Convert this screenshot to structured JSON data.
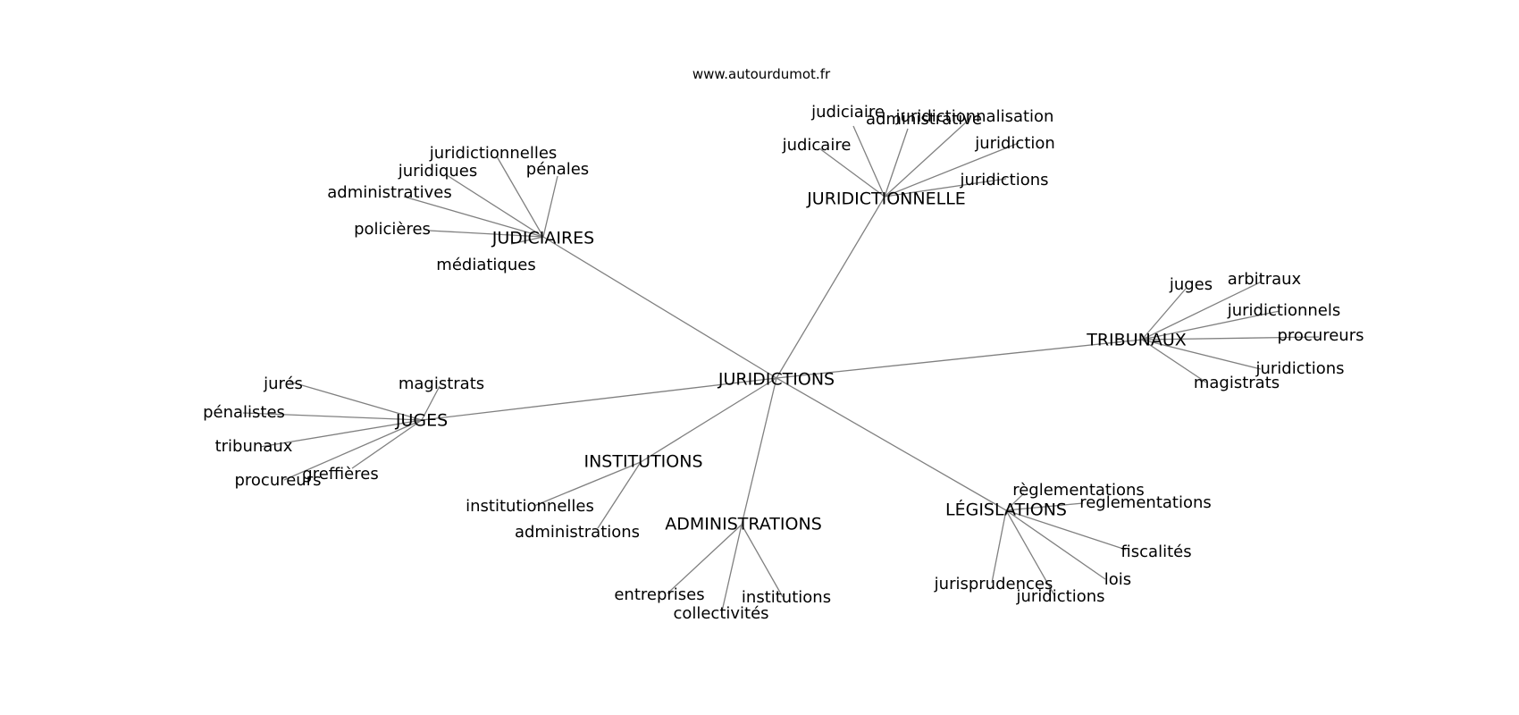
{
  "source": "www.autourdumot.fr",
  "root": {
    "id": "root",
    "label": "JURIDICTIONS"
  },
  "groups": [
    {
      "id": "judiciaires",
      "label": "JUDICIAIRES",
      "children": [
        "juridictionnelles",
        "pénales",
        "juridiques",
        "administratives",
        "policières",
        "médiatiques"
      ]
    },
    {
      "id": "juridictionnelle",
      "label": "JURIDICTIONNELLE",
      "children": [
        "judiciaire",
        "administrative",
        "juridictionnalisation",
        "judicaire",
        "juridiction",
        "juridictions"
      ]
    },
    {
      "id": "tribunaux",
      "label": "TRIBUNAUX",
      "children": [
        "juges",
        "arbitraux",
        "juridictionnels",
        "procureurs",
        "juridictions",
        "magistrats"
      ]
    },
    {
      "id": "juges",
      "label": "JUGES",
      "children": [
        "jurés",
        "magistrats",
        "pénalistes",
        "tribunaux",
        "greffières",
        "procureurs"
      ]
    },
    {
      "id": "institutions",
      "label": "INSTITUTIONS",
      "children": [
        "institutionnelles",
        "administrations"
      ]
    },
    {
      "id": "administrations",
      "label": "ADMINISTRATIONS",
      "children": [
        "entreprises",
        "institutions",
        "collectivités"
      ]
    },
    {
      "id": "legislations",
      "label": "LÉGISLATIONS",
      "children": [
        "règlementations",
        "reglementations",
        "fiscalités",
        "lois",
        "jurisprudences",
        "juridictions"
      ]
    }
  ]
}
